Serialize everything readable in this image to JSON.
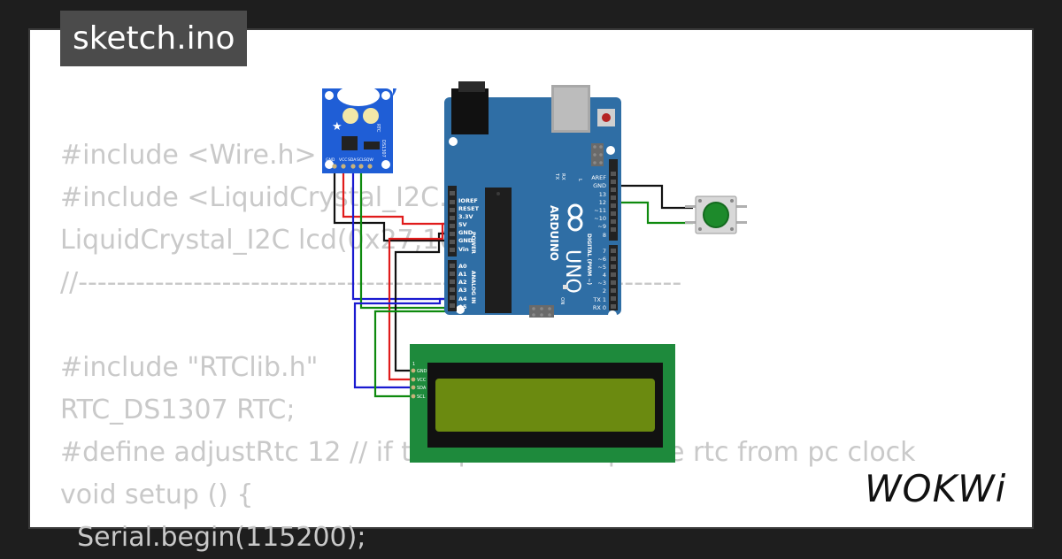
{
  "file_tab": {
    "label": "sketch.ino"
  },
  "code": {
    "lines": [
      "#include <Wire.h>",
      "#include <LiquidCrystal_I2C.h>",
      "LiquidCrystal_I2C lcd(0x27,16,2);",
      "//---------------------------------------------------------------",
      "",
      "#include \"RTClib.h\"",
      "RTC_DS1307 RTC;",
      "#define adjustRtc 12 // if this pin is low update rtc from pc clock",
      "void setup () {",
      "  Serial.begin(115200);"
    ]
  },
  "logo": {
    "text": "WOKWi"
  },
  "rtc_module": {
    "chip": "DS1307",
    "model": "RTC",
    "pins": [
      "GND",
      "VCC",
      "SDA",
      "SCL",
      "SQW"
    ]
  },
  "arduino": {
    "name": "UNO",
    "brand": "ARDUINO",
    "power_header": [
      "IOREF",
      "RESET",
      "3.3V",
      "5V",
      "GND",
      "GND",
      "Vin"
    ],
    "power_label": "POWER",
    "analog_header": [
      "A0",
      "A1",
      "A2",
      "A3",
      "A4",
      "A5"
    ],
    "analog_label": "ANALOG IN",
    "digital_top": [
      "AREF",
      "GND",
      "13",
      "12",
      "~11",
      "~10",
      "~9",
      "8"
    ],
    "digital_bottom": [
      "7",
      "~6",
      "~5",
      "4",
      "~3",
      "2",
      "TX 1",
      "RX 0"
    ],
    "digital_label": "DIGITAL (PWM ~)",
    "tx_label": "TX",
    "rx_label": "RX",
    "l_label": "L",
    "on_label": "ON"
  },
  "lcd": {
    "pin_number": "1",
    "pins": [
      "GND",
      "VCC",
      "SDA",
      "SCL"
    ]
  },
  "wire_colors": {
    "black": "#111111",
    "red": "#e01b1b",
    "blue": "#1a1ad0",
    "green": "#0e8a0e"
  },
  "colors": {
    "arduino_board": "#2f6ea5",
    "rtc_board": "#1f5ed6",
    "lcd_pcb": "#1e8a3c",
    "lcd_screen": "#6b8a10",
    "button_cap": "#1d8a2b"
  }
}
